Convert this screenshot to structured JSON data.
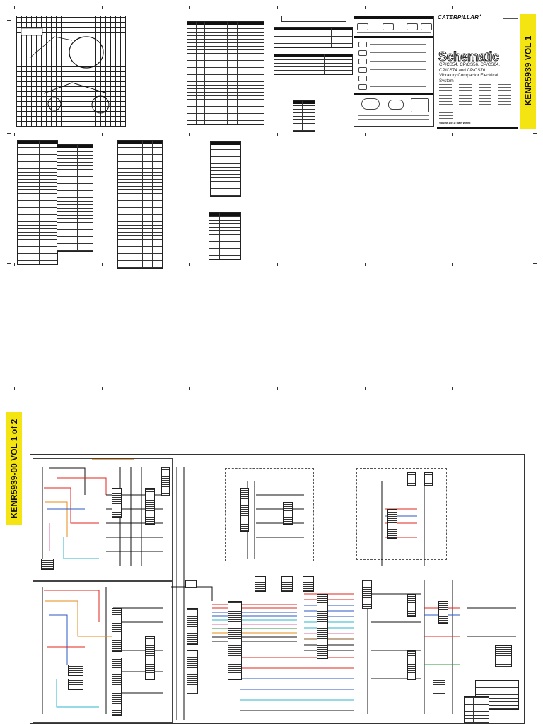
{
  "title_block": {
    "brand": "CATERPILLAR",
    "title": "Schematic",
    "models": "CP/CS54, CP/CS56, CP/CS64, CP/CS74 and CP/CS76",
    "description": "Vibratory Compactor Electrical System",
    "volume_note": "Volume 1 of 2: Main Wiring"
  },
  "side_labels": {
    "right": "KENR5939 VOL 1",
    "left": "KENR5939-00 VOL 1 of 2"
  },
  "colors": {
    "accent_yellow": "#f4e411",
    "line_black": "#111111",
    "wire_red": "#e0241c",
    "wire_blue": "#2c57c4",
    "wire_orange": "#e58b1a",
    "wire_green": "#2a9a3c",
    "wire_cyan": "#2bb6c9",
    "wire_pink": "#e26aa5",
    "wire_brown": "#8a5a2b"
  }
}
